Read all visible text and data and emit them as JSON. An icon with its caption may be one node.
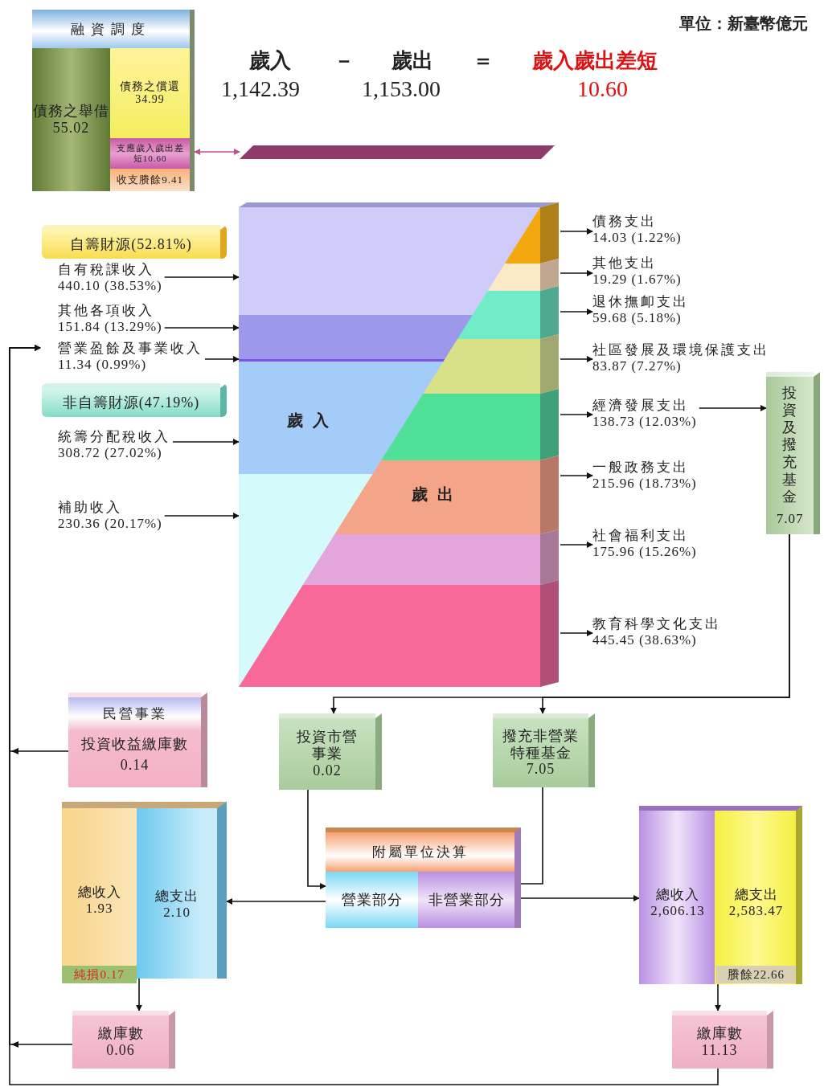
{
  "diagram": {
    "nodes": [
      {
        "text": [
          "融資調度"
        ]
      },
      {
        "text": [
          "債務之舉借",
          "55.02"
        ],
        "in": 0
      },
      {
        "text": [
          "債務之償還",
          "34.99"
        ],
        "in": 0
      },
      {
        "text": [
          "支應歲入歲出差短10.60"
        ],
        "in": 0
      },
      {
        "text": [
          "收支賸餘9.41"
        ],
        "in": 0
      },
      {
        "text": [],
        "shape": "bar"
      },
      {
        "text": [
          "歲入",
          "歲出"
        ]
      },
      {
        "text": [
          "自籌財源(52.81%)"
        ]
      },
      {
        "text": [
          "自有稅課收入",
          "440.10 (38.53%)"
        ]
      },
      {
        "text": [
          "其他各項收入",
          "151.84 (13.29%)"
        ]
      },
      {
        "text": [
          "營業盈餘及事業收入",
          "11.34 (0.99%)"
        ]
      },
      {
        "text": [
          "非自籌財源(47.19%)"
        ]
      },
      {
        "text": [
          "統籌分配稅收入",
          "308.72 (27.02%)"
        ]
      },
      {
        "text": [
          "補助收入",
          "230.36 (20.17%)"
        ]
      },
      {
        "text": [
          "債務支出",
          "14.03 (1.22%)"
        ]
      },
      {
        "text": [
          "其他支出",
          "19.29 (1.67%)"
        ]
      },
      {
        "text": [
          "退休撫卹支出",
          "59.68 (5.18%)"
        ]
      },
      {
        "text": [
          "社區發展及環境保護支出",
          "83.87 (7.27%)"
        ]
      },
      {
        "text": [
          "經濟發展支出",
          "138.73 (12.03%)"
        ]
      },
      {
        "text": [
          "一般政務支出",
          "215.96 (18.73%)"
        ]
      },
      {
        "text": [
          "社會福利支出",
          "175.96 (15.26%)"
        ]
      },
      {
        "text": [
          "教育科學文化支出",
          "445.45 (38.63%)"
        ]
      },
      {
        "text": [
          "投資及撥充基金",
          "7.07"
        ]
      },
      {
        "text": [
          "民營事業",
          "投資收益繳庫數",
          "0.14"
        ]
      },
      {
        "text": [
          "投資市營事業",
          "0.02"
        ]
      },
      {
        "text": [
          "撥充非營業特種基金",
          "7.05"
        ]
      },
      {
        "text": [
          "附屬單位決算"
        ]
      },
      {
        "text": [
          "營業部分"
        ],
        "in": 26
      },
      {
        "text": [
          "非營業部分"
        ],
        "in": 26
      },
      {
        "text": [
          "總收入",
          "1.93",
          "總支出",
          "2.10",
          "純損0.17"
        ]
      },
      {
        "text": [
          "繳庫數",
          "0.06"
        ]
      },
      {
        "text": [
          "總收入",
          "2,606.13",
          "總支出",
          "2,583.47",
          "賸餘22.66"
        ]
      },
      {
        "text": [
          "繳庫數",
          "11.13"
        ]
      }
    ],
    "edges": [
      {
        "from": 3,
        "to": 5,
        "arrow": "both",
        "color": "#c0508a"
      },
      {
        "from": 8,
        "to": 6,
        "arrow": "to"
      },
      {
        "from": 9,
        "to": 6,
        "arrow": "to"
      },
      {
        "from": 10,
        "to": 6,
        "arrow": "to"
      },
      {
        "from": 12,
        "to": 6,
        "arrow": "to"
      },
      {
        "from": 13,
        "to": 6,
        "arrow": "to"
      },
      {
        "from": 6,
        "to": 14,
        "arrow": "to"
      },
      {
        "from": 6,
        "to": 15,
        "arrow": "to"
      },
      {
        "from": 6,
        "to": 16,
        "arrow": "to"
      },
      {
        "from": 6,
        "to": 17,
        "arrow": "to"
      },
      {
        "from": 6,
        "to": 18,
        "arrow": "to"
      },
      {
        "from": 6,
        "to": 19,
        "arrow": "to"
      },
      {
        "from": 6,
        "to": 20,
        "arrow": "to"
      },
      {
        "from": 6,
        "to": 21,
        "arrow": "to"
      },
      {
        "from": 18,
        "to": 22,
        "arrow": "to"
      },
      {
        "from": 22,
        "to": 24,
        "arrow": "to"
      },
      {
        "from": 22,
        "to": 25,
        "arrow": "to"
      },
      {
        "from": 24,
        "to": 27,
        "arrow": "to"
      },
      {
        "from": 25,
        "to": 28,
        "arrow": "to"
      },
      {
        "from": 27,
        "to": 29,
        "arrow": "to"
      },
      {
        "from": 28,
        "to": 31,
        "arrow": "to"
      },
      {
        "from": 29,
        "to": 30,
        "arrow": "to"
      },
      {
        "from": 31,
        "to": 32,
        "arrow": "to"
      },
      {
        "from": 23,
        "to": 10,
        "arrow": "to"
      },
      {
        "from": 30,
        "to": 10,
        "arrow": "to"
      },
      {
        "from": 32,
        "to": 10,
        "arrow": "to"
      }
    ],
    "labels": [
      "單位：新臺幣億元",
      "歲入",
      "－",
      "歲出",
      "＝",
      "歲入歲出差短",
      "1,142.39",
      "1,153.00",
      "10.60"
    ]
  }
}
